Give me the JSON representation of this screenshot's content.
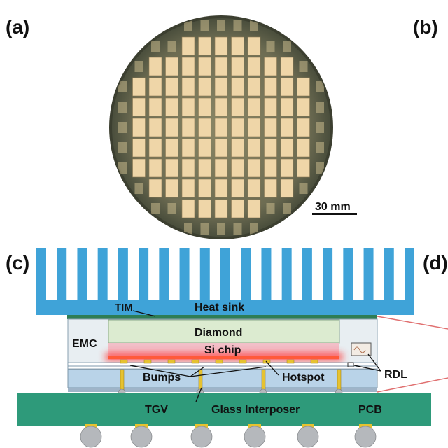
{
  "panels": {
    "a": "(a)",
    "b": "(b)",
    "c": "(c)",
    "d": "(d)"
  },
  "scale_bar": {
    "label": "30 mm"
  },
  "package": {
    "heat_sink": "Heat sink",
    "tim": "TIM",
    "emc": "EMC",
    "diamond": "Diamond",
    "si_chip": "Si chip",
    "rdl": "RDL",
    "bumps": "Bumps",
    "hotspot": "Hotspot",
    "tgv": "TGV",
    "glass_interposer": "Glass Interposer",
    "pcb": "PCB"
  },
  "colors": {
    "heat_sink": "#3fa3d8",
    "tim": "#2e7d55",
    "diamond": "#dcebd0",
    "si_chip": "#f2bfc8",
    "hotspot_glow": "#ff3030",
    "emc": "#e8eef2",
    "interposer": "#b9d3e8",
    "pcb": "#2e9a7a",
    "bump": "#e6c230",
    "solder_ball": "#b5b8bc",
    "wafer_die": "#efd6a8",
    "wafer_base": "#4a4e3c",
    "zoom_line": "#e07070"
  }
}
